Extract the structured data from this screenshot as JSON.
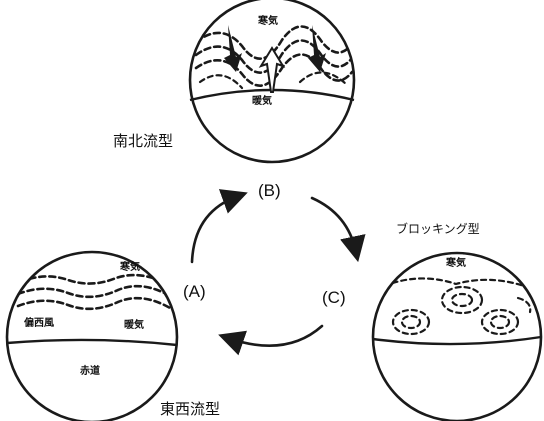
{
  "labels": {
    "stage_a": "(A)",
    "stage_b": "(B)",
    "stage_c": "(C)",
    "type_a": "東西流型",
    "type_b": "南北流型",
    "type_c": "ブロッキング型",
    "cold_air": "寒気",
    "warm_air": "暖気",
    "westerlies": "偏西風",
    "equator": "赤道"
  }
}
